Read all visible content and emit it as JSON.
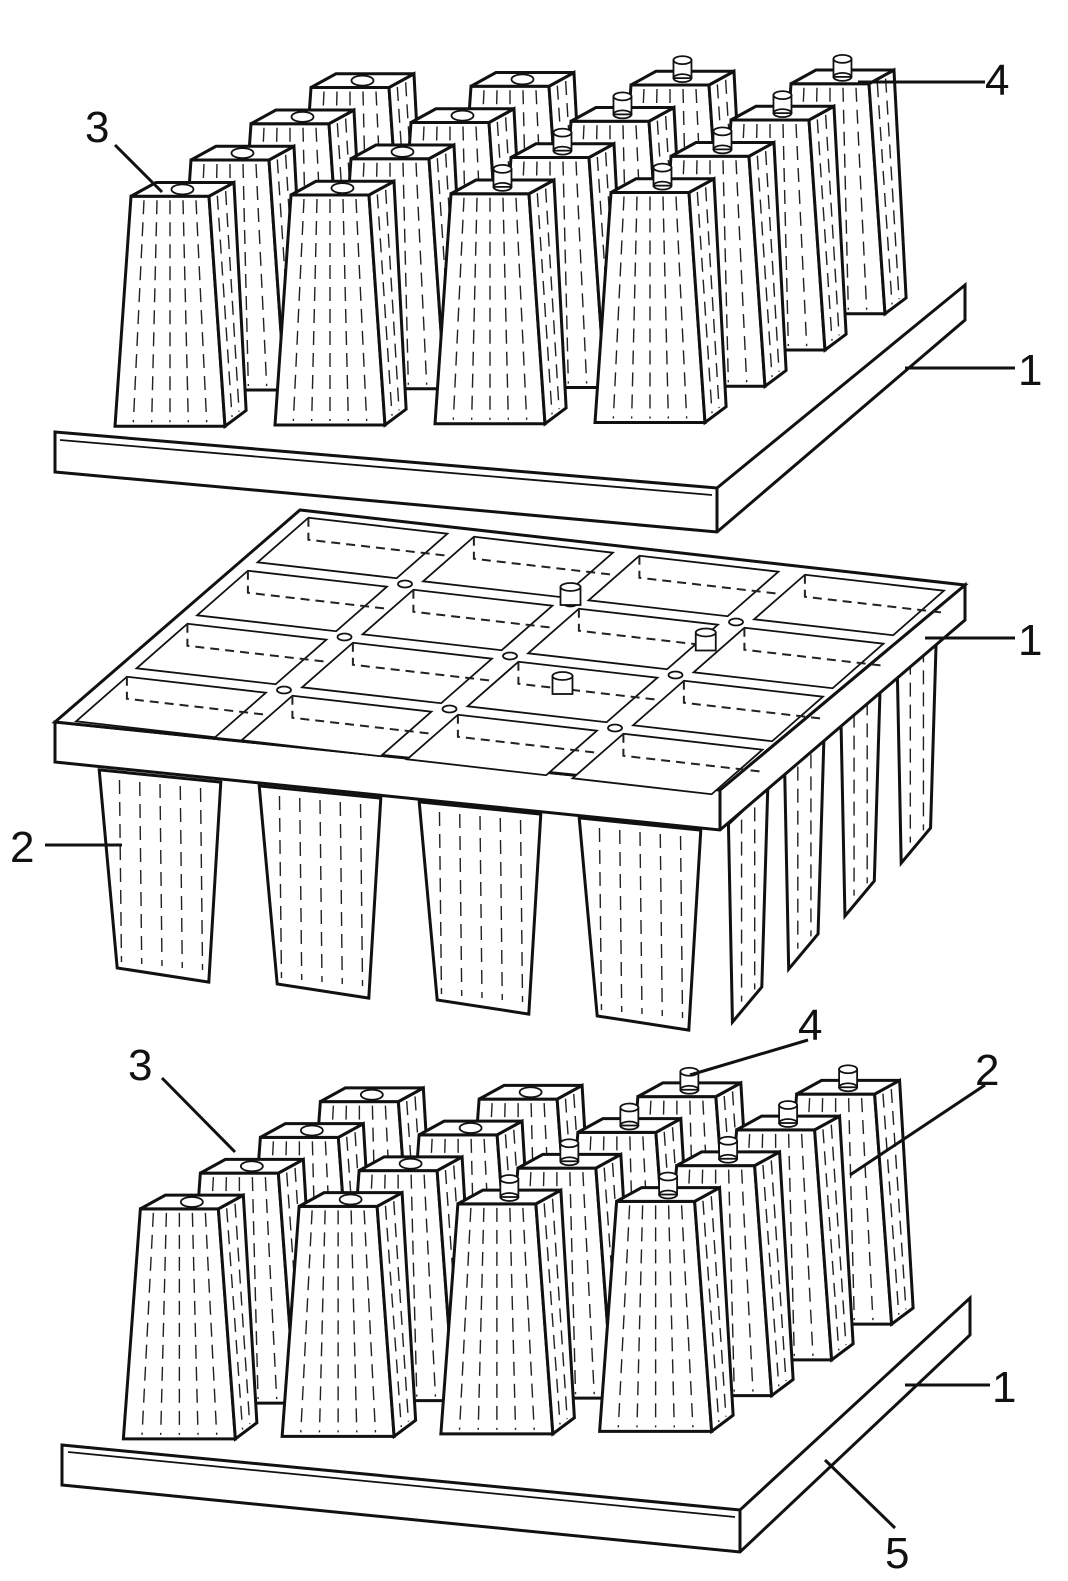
{
  "labels": {
    "top_tray": {
      "pot_marker": "3",
      "post_marker": "4",
      "frame": "1"
    },
    "middle_tray": {
      "frame": "1",
      "cell": "2"
    },
    "bottom_tray": {
      "pot_marker": "3",
      "post_marker": "4",
      "cell": "2",
      "frame": "1",
      "foot": "5"
    }
  },
  "colors": {
    "ink": "#111111",
    "paper": "#ffffff"
  }
}
